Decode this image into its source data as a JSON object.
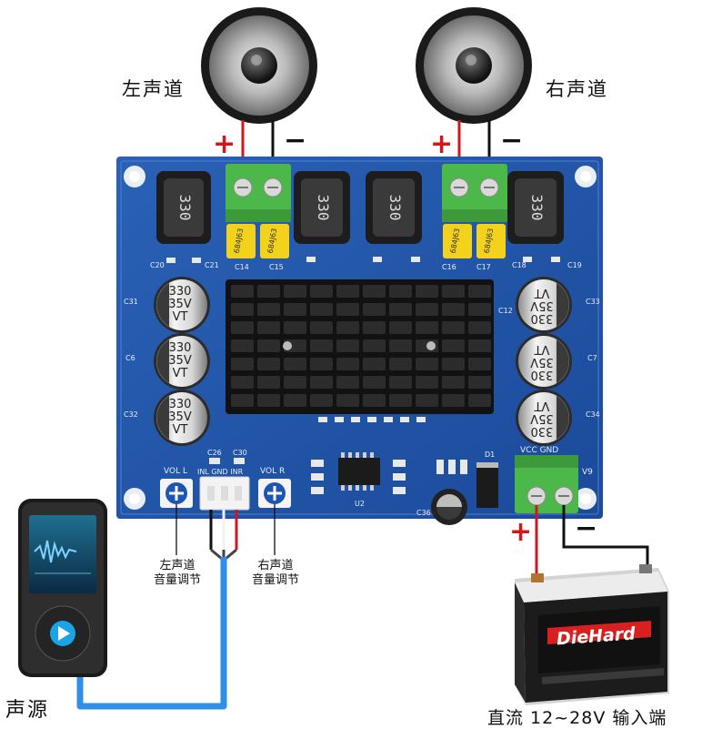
{
  "labels": {
    "left_channel": "左声道",
    "right_channel": "右声道",
    "left_volume": [
      "左声道",
      "音量调节"
    ],
    "right_volume": [
      "右声道",
      "音量调节"
    ],
    "audio_source": "声源",
    "dc_input": "直流 12~28V 输入端"
  },
  "signs": {
    "plus": "+",
    "minus": "−"
  },
  "board": {
    "inductors": [
      "330",
      "330",
      "330",
      "330"
    ],
    "capacitors": [
      [
        "330",
        "35V",
        "VT"
      ],
      [
        "330",
        "35V",
        "VT"
      ],
      [
        "330",
        "35V",
        "VT"
      ],
      [
        "330",
        "35V",
        "VT"
      ],
      [
        "330",
        "35V",
        "VT"
      ],
      [
        "330",
        "35V",
        "VT"
      ]
    ],
    "film_cap": [
      "684J63",
      "684J63",
      "684J63",
      "684J63"
    ],
    "silk": {
      "vol_l": "VOL L",
      "vol_r": "VOL R",
      "inl_gnd_inr": "INL GND INR",
      "vcc_gnd": "VCC GND",
      "v9": "V9",
      "u2": "U2",
      "d1": "D1",
      "c20": "C20",
      "c21": "C21",
      "c14": "C14",
      "c15": "C15",
      "c16": "C16",
      "c17": "C17",
      "c18": "C18",
      "c19": "C19",
      "c31": "C31",
      "c33": "C33",
      "c6": "C6",
      "c7": "C7",
      "c32": "C32",
      "c34": "C34",
      "c12": "C12",
      "c26": "C26",
      "c30": "C30",
      "c36": "C36"
    }
  },
  "battery": {
    "brand": "DieHard"
  }
}
